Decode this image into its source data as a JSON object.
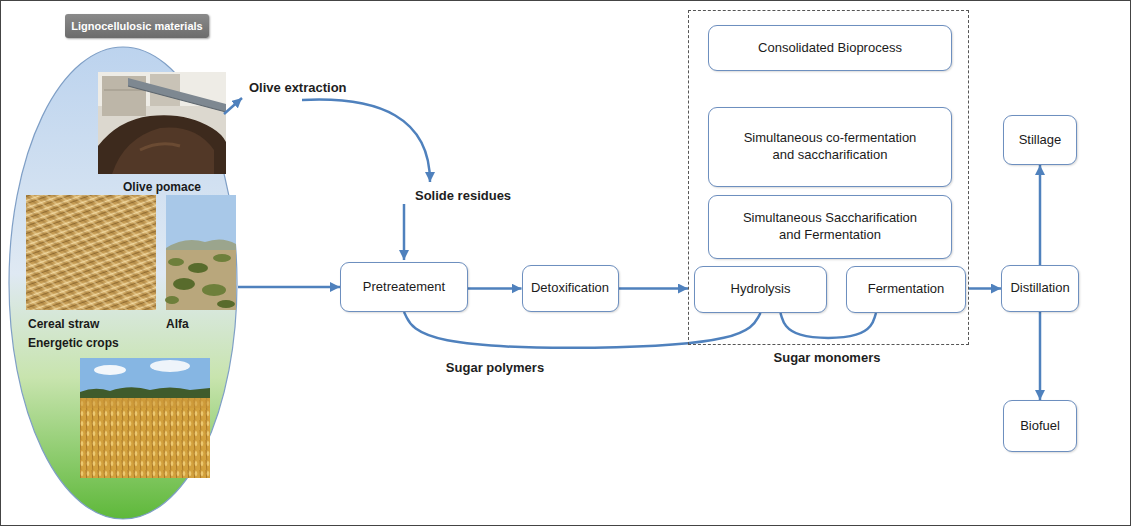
{
  "diagram": {
    "nodes": [
      {
        "text": [
          "Lignocellulosic materials"
        ]
      },
      {
        "text": []
      },
      {
        "text": [
          "Olive pomace"
        ],
        "in": 1
      },
      {
        "text": [
          "Cereal straw"
        ],
        "in": 1
      },
      {
        "text": [
          "Alfa"
        ],
        "in": 1
      },
      {
        "text": [
          "Energetic crops"
        ],
        "in": 1
      },
      {
        "text": [
          "Pretreatement"
        ]
      },
      {
        "text": [
          "Detoxification"
        ]
      },
      {
        "text": []
      },
      {
        "text": [
          "Consolidated Bioprocess"
        ],
        "in": 8
      },
      {
        "text": [
          "Simultaneous co-fermentation and saccharification"
        ],
        "in": 8
      },
      {
        "text": [
          "Simultaneous Saccharification and Fermentation"
        ],
        "in": 8
      },
      {
        "text": [
          "Hydrolysis"
        ],
        "in": 8
      },
      {
        "text": [
          "Fermentation"
        ],
        "in": 8
      },
      {
        "text": [
          "Distillation"
        ]
      },
      {
        "text": [
          "Stillage"
        ]
      },
      {
        "text": [
          "Biofuel"
        ]
      }
    ],
    "edges": [
      {
        "from": 1,
        "to": 6,
        "arrow": "to"
      },
      {
        "from": 6,
        "to": 7,
        "arrow": "to"
      },
      {
        "from": 7,
        "to": 8,
        "arrow": "to"
      },
      {
        "from": 8,
        "to": 14,
        "arrow": "to"
      },
      {
        "from": 14,
        "to": 15,
        "arrow": "to"
      },
      {
        "from": 14,
        "to": 16,
        "arrow": "to"
      },
      {
        "from": 6,
        "to": 12,
        "label": "Sugar polymers",
        "arrow": "none"
      },
      {
        "from": 12,
        "to": 13,
        "label": "Sugar monomers",
        "arrow": "none"
      }
    ],
    "labels": [
      "Olive extraction",
      "Solide residues"
    ]
  }
}
